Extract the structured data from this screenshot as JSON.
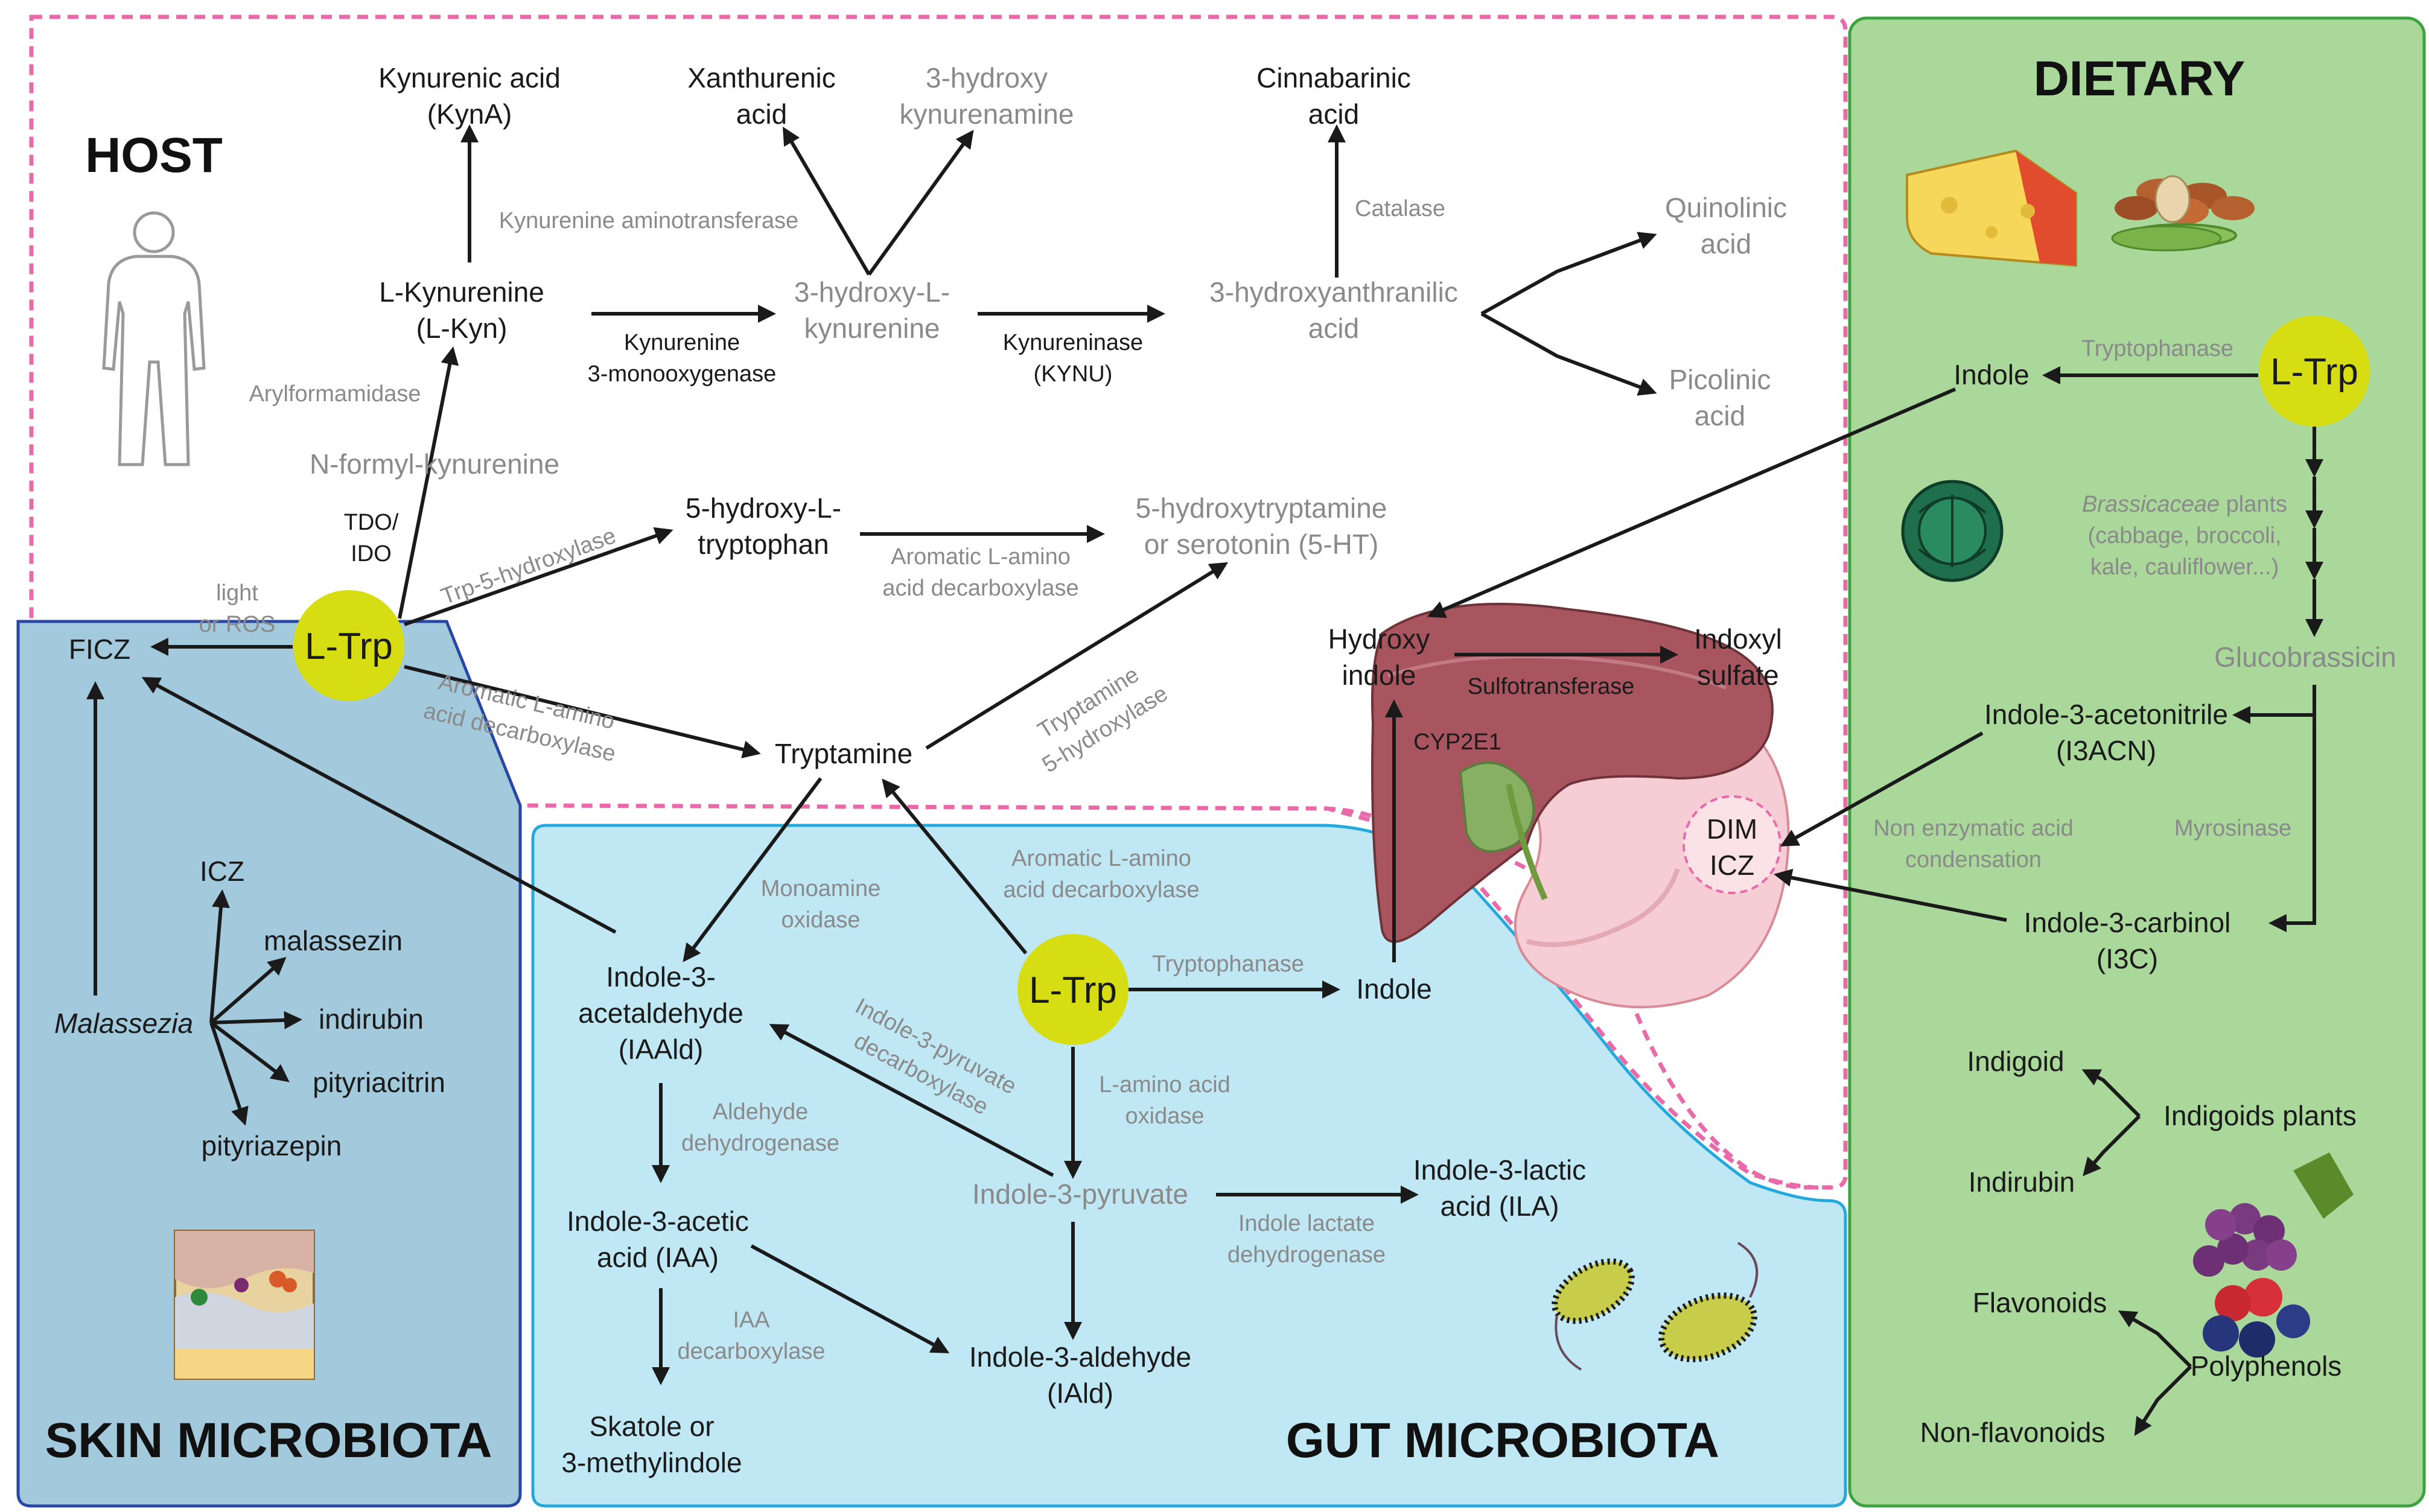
{
  "colors": {
    "host_border": "#e86aa8",
    "skin_fill": "#a3c9dc",
    "skin_border": "#2a47a6",
    "gut_fill": "#bfe7f4",
    "gut_border": "#25a9dc",
    "dietary_fill": "#a9d89a",
    "dietary_border": "#3da341",
    "trp_node": "#d6dd13",
    "black_text": "#1a1a1a",
    "grey_text": "#8a8a8a"
  },
  "regions": {
    "host": "HOST",
    "skin": "SKIN MICROBIOTA",
    "gut": "GUT MICROBIOTA",
    "dietary": "DIETARY"
  },
  "trp_label": "L-Trp",
  "host": {
    "kyna": [
      "Kynurenic acid",
      "(KynA)"
    ],
    "xanthurenic": [
      "Xanthurenic",
      "acid"
    ],
    "hydroxykynurenamine": [
      "3-hydroxy",
      "kynurenamine"
    ],
    "cinnabarinic": [
      "Cinnabarinic",
      "acid"
    ],
    "kyn": [
      "L-Kynurenine",
      "(L-Kyn)"
    ],
    "hydroxykyn": [
      "3-hydroxy-L-",
      "kynurenine"
    ],
    "haa": [
      "3-hydroxyanthranilic",
      "acid"
    ],
    "quinolinic": [
      "Quinolinic",
      "acid"
    ],
    "picolinic": [
      "Picolinic",
      "acid"
    ],
    "nfk": "N-formyl-kynurenine",
    "htp": [
      "5-hydroxy-L-",
      "tryptophan"
    ],
    "serotonin": [
      "5-hydroxytryptamine",
      "or serotonin (5-HT)"
    ],
    "ficz": "FICZ",
    "tryptamine": "Tryptamine",
    "hydroxyindole": [
      "Hydroxy",
      "indole"
    ],
    "indoxyl_sulfate": [
      "Indoxyl",
      "sulfate"
    ],
    "dim_icz": [
      "DIM",
      "ICZ"
    ]
  },
  "enzymes": {
    "kat": "Kynurenine aminotransferase",
    "catalase": "Catalase",
    "kmo": [
      "Kynurenine",
      "3-monooxygenase"
    ],
    "kynu": [
      "Kynureninase",
      "(KYNU)"
    ],
    "arylformamidase": "Arylformamidase",
    "tdo_ido": [
      "TDO/",
      "IDO"
    ],
    "light": [
      "light",
      "or ROS"
    ],
    "trp5h": "Trp-5-hydroxylase",
    "aadc_serotonin": [
      "Aromatic L-amino",
      "acid decarboxylase"
    ],
    "aadc_host": [
      "Aromatic L-amino",
      "acid decarboxylase"
    ],
    "trypt5h": [
      "Tryptamine",
      "5-hydroxylase"
    ],
    "sulfotransferase": "Sulfotransferase",
    "cyp2e1": "CYP2E1",
    "mao": [
      "Monoamine",
      "oxidase"
    ],
    "aadc_gut": [
      "Aromatic L-amino",
      "acid decarboxylase"
    ],
    "tryptophanase_gut": "Tryptophanase",
    "ipdc": [
      "Indole-3-pyruvate",
      "decarboxylase"
    ],
    "laao": [
      "L-amino acid",
      "oxidase"
    ],
    "aldh": [
      "Aldehyde",
      "dehydrogenase"
    ],
    "ildh": [
      "Indole lactate",
      "dehydrogenase"
    ],
    "iaa_dc": [
      "IAA",
      "decarboxylase"
    ],
    "tryptophanase_diet": "Tryptophanase",
    "non_enzymatic": [
      "Non enzymatic acid",
      "condensation"
    ],
    "myrosinase": "Myrosinase"
  },
  "skin": {
    "icz": "ICZ",
    "malassezin": "malassezin",
    "indirubin": "indirubin",
    "pityriacitrin": "pityriacitrin",
    "pityriazepin": "pityriazepin",
    "malassezia": "Malassezia"
  },
  "gut": {
    "iaald": [
      "Indole-3-",
      "acetaldehyde",
      "(IAAld)"
    ],
    "indole": "Indole",
    "ipa": "Indole-3-pyruvate",
    "ila": [
      "Indole-3-lactic",
      "acid (ILA)"
    ],
    "iaa": [
      "Indole-3-acetic",
      "acid (IAA)"
    ],
    "iald": [
      "Indole-3-aldehyde",
      "(IAld)"
    ],
    "skatole": [
      "Skatole or",
      "3-methylindole"
    ]
  },
  "dietary": {
    "indole": "Indole",
    "brassicaceae_italic": "Brassicaceae",
    "brassicaceae_rest": " plants",
    "brassicaceae_list": [
      "(cabbage, broccoli,",
      "kale, cauliflower...)"
    ],
    "glucobrassicin": "Glucobrassicin",
    "i3acn": [
      "Indole-3-acetonitrile",
      "(I3ACN)"
    ],
    "i3c": [
      "Indole-3-carbinol",
      "(I3C)"
    ],
    "indigoid": "Indigoid",
    "indigoids_plants": "Indigoids plants",
    "indirubin": "Indirubin",
    "flavonoids": "Flavonoids",
    "polyphenols": "Polyphenols",
    "non_flavonoids": "Non-flavonoids"
  }
}
